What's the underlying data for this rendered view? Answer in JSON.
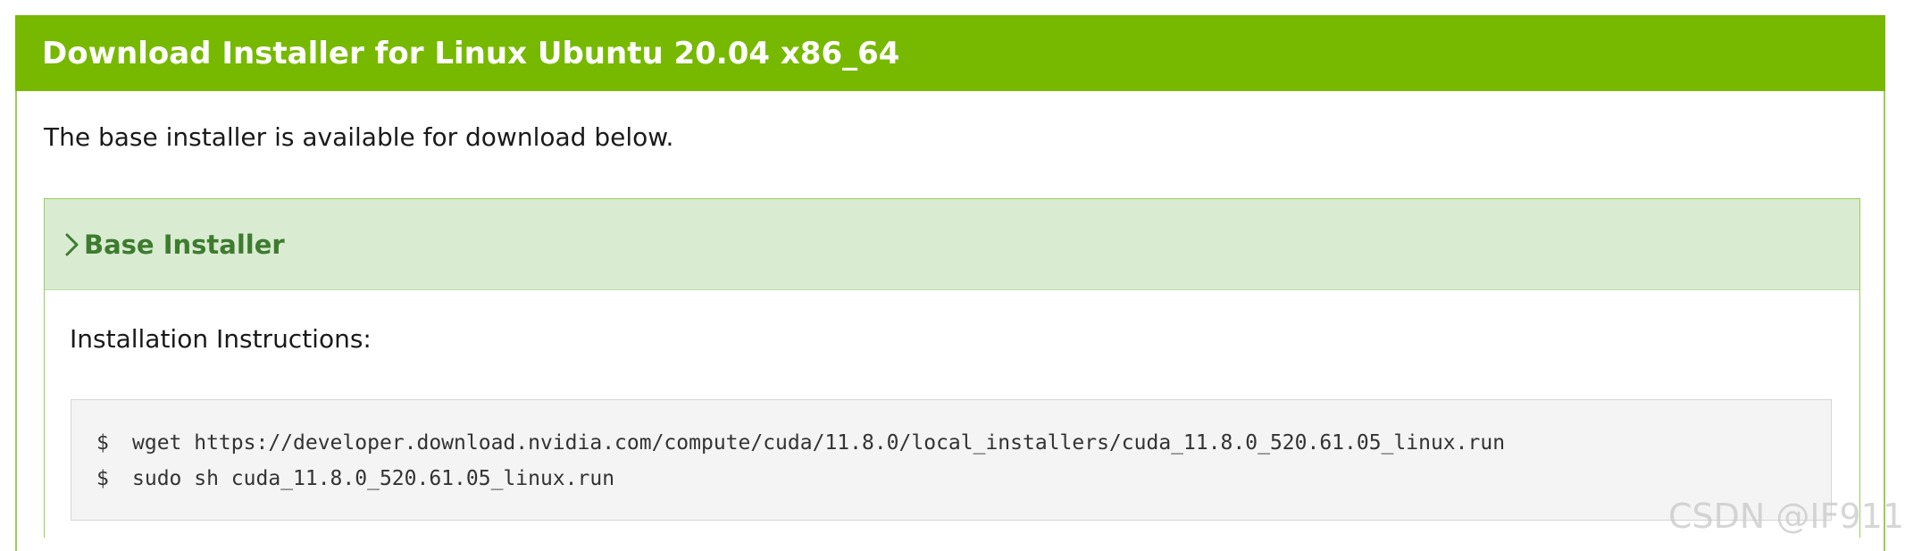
{
  "panel": {
    "title": "Download Installer for Linux Ubuntu 20.04 x86_64",
    "intro": "The base installer is available for download below."
  },
  "accordion": {
    "icon": "chevron-right-icon",
    "title": "Base Installer",
    "instructions_label": "Installation Instructions:",
    "commands": [
      {
        "prompt": "$",
        "text": "wget https://developer.download.nvidia.com/compute/cuda/11.8.0/local_installers/cuda_11.8.0_520.61.05_linux.run"
      },
      {
        "prompt": "$",
        "text": "sudo sh cuda_11.8.0_520.61.05_linux.run"
      }
    ]
  },
  "watermark": "CSDN @IF911",
  "colors": {
    "header_bg": "#76b900",
    "accordion_header_bg": "#d9ecd2",
    "accordion_title": "#3e7b2f",
    "border": "#9acd5a",
    "code_bg": "#f4f4f4"
  }
}
